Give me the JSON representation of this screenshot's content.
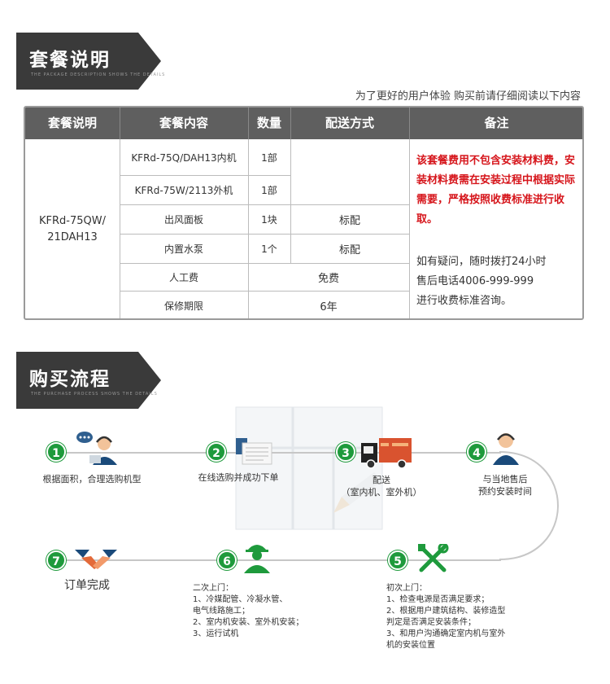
{
  "section1": {
    "title": "套餐说明",
    "sub": "THE PACKAGE DESCRIPTION SHOWS THE DETAILS"
  },
  "notice": "为了更好的用户体验  购买前请仔细阅读以下内容",
  "table": {
    "headers": [
      "套餐说明",
      "套餐内容",
      "数量",
      "配送方式",
      "备注"
    ],
    "model": [
      "KFRd-75QW/",
      "21DAH13"
    ],
    "rows": [
      {
        "content": "KFRd-75Q/DAH13内机",
        "qty": "1部"
      },
      {
        "content": "KFRd-75W/2113外机",
        "qty": "1部"
      },
      {
        "content": "出风面板",
        "qty": "1块",
        "delivery": "标配"
      },
      {
        "content": "内置水泵",
        "qty": "1个",
        "delivery": "标配"
      },
      {
        "content": "人工费",
        "merged": "免费"
      },
      {
        "content": "保修期限",
        "merged": "6年"
      }
    ],
    "note_red": "该套餐费用不包含安装材料费，安装材料费需在安装过程中根据实际需要，严格按照收费标准进行收取。",
    "note_black": [
      "如有疑问，随时拨打24小时",
      "售后电话4006-999-999",
      "进行收费标准咨询。"
    ]
  },
  "section2": {
    "title": "购买流程",
    "sub": "THE PURCHASE PROCESS SHOWS THE DETAILS"
  },
  "steps": [
    {
      "num": "1",
      "label": "根据面积，合理选购机型",
      "icon": "customer-service-icon"
    },
    {
      "num": "2",
      "label": "在线选购并成功下单",
      "icon": "order-form-icon"
    },
    {
      "num": "3",
      "label": [
        "配送",
        "（室内机、室外机）"
      ],
      "icon": "delivery-truck-icon"
    },
    {
      "num": "4",
      "label": [
        "与当地售后",
        "预约安装时间"
      ],
      "icon": "service-agent-icon"
    },
    {
      "num": "5",
      "title": "初次上门：",
      "items": [
        "1、检查电源是否满足要求；",
        "2、根据用户建筑结构、装修造型",
        "    判定是否满足安装条件；",
        "3、和用户沟通确定室内机与室外",
        "    机的安装位置"
      ],
      "icon": "tools-icon"
    },
    {
      "num": "6",
      "title": "二次上门：",
      "items": [
        "1、冷媒配管、冷凝水管、",
        "    电气线路施工；",
        "2、室内机安装、室外机安装；",
        "3、运行试机"
      ],
      "icon": "worker-icon"
    },
    {
      "num": "7",
      "label": "订单完成",
      "icon": "handshake-icon"
    }
  ],
  "colors": {
    "green": "#1e9a3c",
    "red": "#d6151b",
    "header": "#5f5f5f",
    "banner": "#3a3a3a"
  }
}
